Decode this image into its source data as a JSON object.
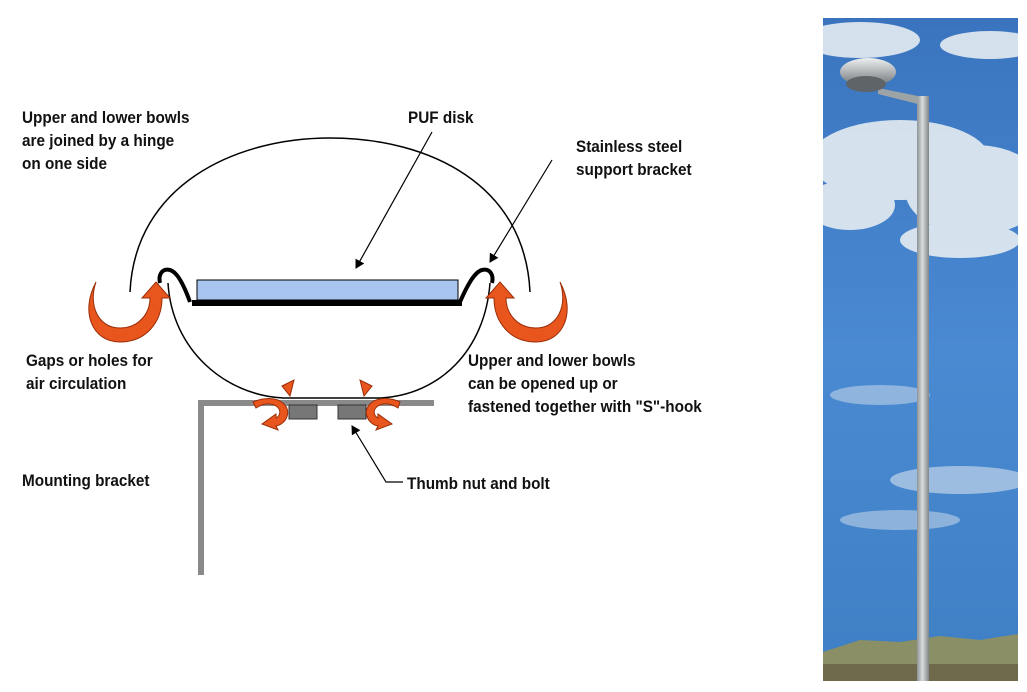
{
  "labels": {
    "hinge": [
      "Upper and lower bowls",
      "are joined by a hinge",
      "on one side"
    ],
    "puf_disk": "PUF disk",
    "support_bracket": [
      "Stainless steel",
      "support bracket"
    ],
    "gaps": [
      "Gaps or holes for",
      "air circulation"
    ],
    "bowls_open": [
      "Upper and lower bowls",
      "can be opened up or",
      "fastened together with \"S\"-hook"
    ],
    "mounting_bracket": "Mounting bracket",
    "thumb_nut": "Thumb nut and bolt"
  },
  "colors": {
    "airflow_arrow": "#e8561e",
    "puf_disk": "#a8c4f0",
    "outline": "#000000",
    "bracket": "#8a8a8a",
    "sky": "#3f7fc4",
    "cloud": "#e6ecf2",
    "pole": "#b9bdbf"
  },
  "photo": {
    "subject": "sampler-on-pole-photo"
  }
}
